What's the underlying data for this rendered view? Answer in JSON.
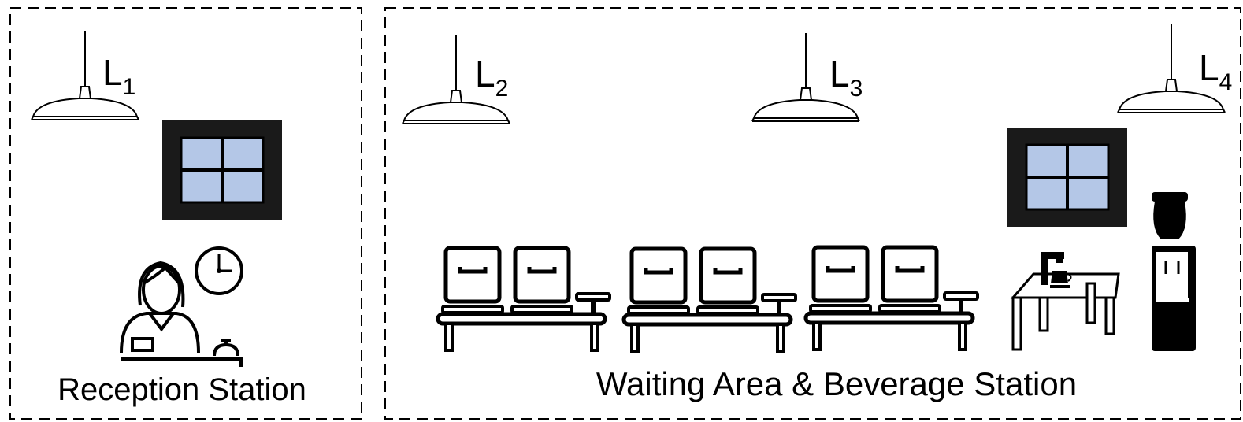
{
  "zones": {
    "reception": {
      "label": "Reception Station"
    },
    "waiting": {
      "label": "Waiting Area & Beverage Station"
    }
  },
  "lights": [
    {
      "letter": "L",
      "index": "1"
    },
    {
      "letter": "L",
      "index": "2"
    },
    {
      "letter": "L",
      "index": "3"
    },
    {
      "letter": "L",
      "index": "4"
    }
  ],
  "colors": {
    "window_glass": "#b4c7e7",
    "window_frame": "#1a1a1a",
    "outline": "#000000"
  },
  "icons": {
    "lamp": "pendant-lamp-icon",
    "window": "window-icon",
    "receptionist": "receptionist-icon",
    "clock": "clock-icon",
    "bell": "service-bell-icon",
    "bench": "waiting-bench-icon",
    "table": "side-table-icon",
    "coffee": "coffee-maker-icon",
    "water": "water-dispenser-icon"
  }
}
